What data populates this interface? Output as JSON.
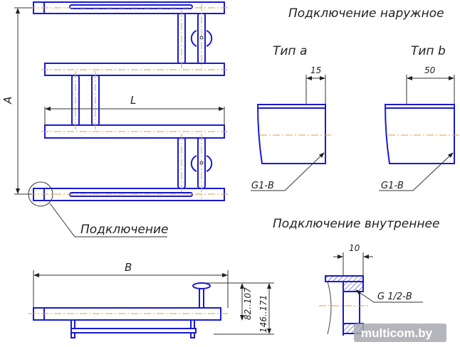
{
  "front_view": {
    "dim_height": "A",
    "dim_length": "L",
    "connection_label": "Подключение"
  },
  "external": {
    "title": "Подключение наружное",
    "type_a": {
      "label": "Тип a",
      "dim": "15",
      "thread": "G1-B"
    },
    "type_b": {
      "label": "Тип b",
      "dim": "50",
      "thread": "G1-B"
    }
  },
  "internal": {
    "title": "Подключение внутреннее",
    "dim": "10",
    "thread": "G 1/2-B"
  },
  "side_view": {
    "dim_width": "B",
    "dim_depth_1": "82..107",
    "dim_depth_2": "146..171"
  },
  "watermark": "multicom.by",
  "colors": {
    "outline": "#1a1ad0",
    "centerline": "#d8a040"
  }
}
